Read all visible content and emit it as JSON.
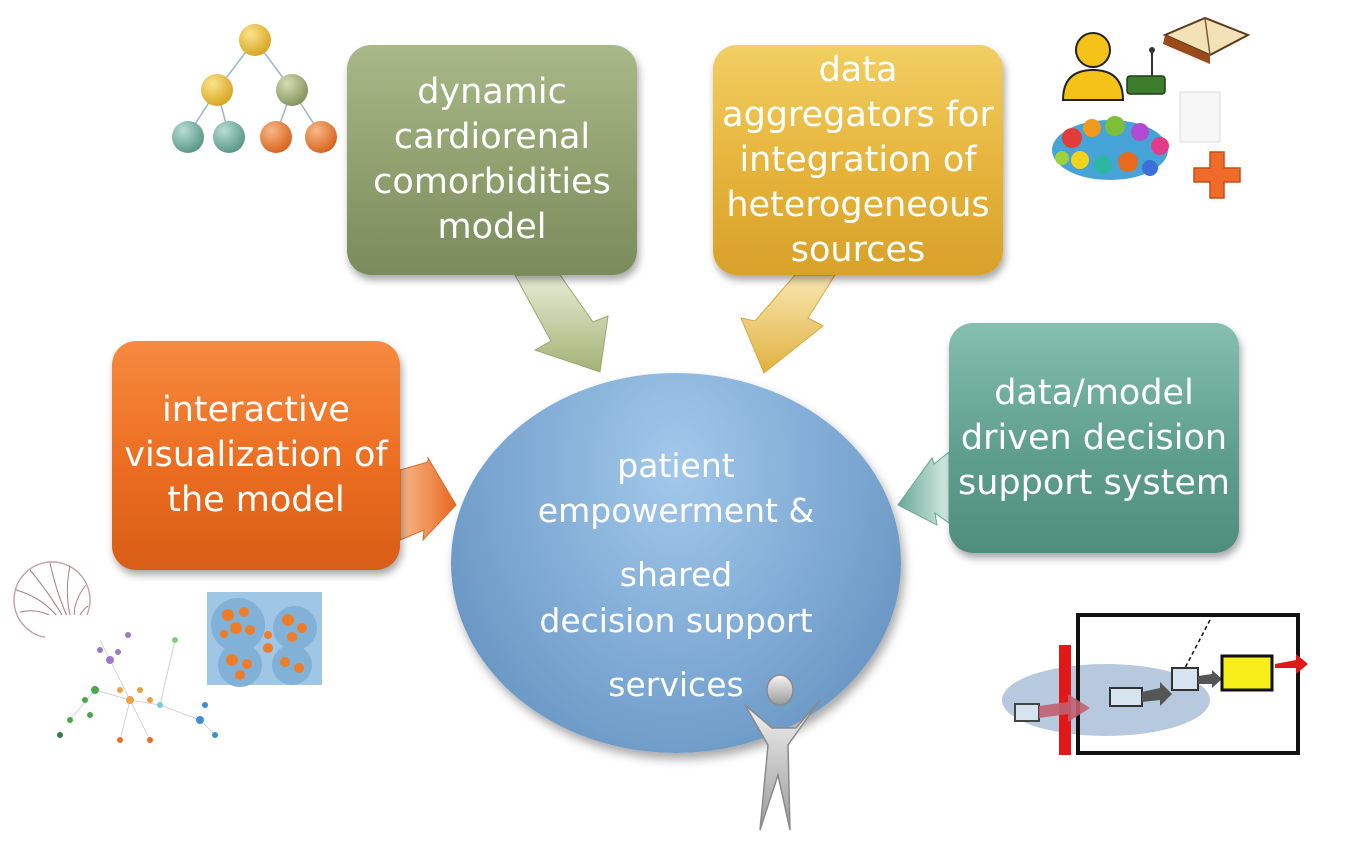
{
  "boxes": {
    "model": [
      "dynamic",
      "cardiorenal",
      "comorbidities",
      "model"
    ],
    "aggregators": [
      "data",
      "aggregators for",
      "integration of",
      "heterogeneous",
      "sources"
    ],
    "visualization": [
      "interactive",
      "visualization of",
      "the model"
    ],
    "decision_system": [
      "data/model",
      "driven decision",
      "support system"
    ]
  },
  "center": {
    "line1": "patient",
    "line2": "empowerment &",
    "line3": "shared",
    "line4": "decision support",
    "line5": "services"
  },
  "colors": {
    "model": "#8f9f6e",
    "aggregators": "#e6b33a",
    "visualization": "#ec6d20",
    "decision_system": "#5fa08d",
    "center": "#7ba7d2"
  },
  "icons": [
    "hierarchy-tree-icon",
    "data-sources-collage-icon",
    "network-visualization-collage-icon",
    "process-flow-diagram-icon",
    "person-silhouette-icon"
  ]
}
